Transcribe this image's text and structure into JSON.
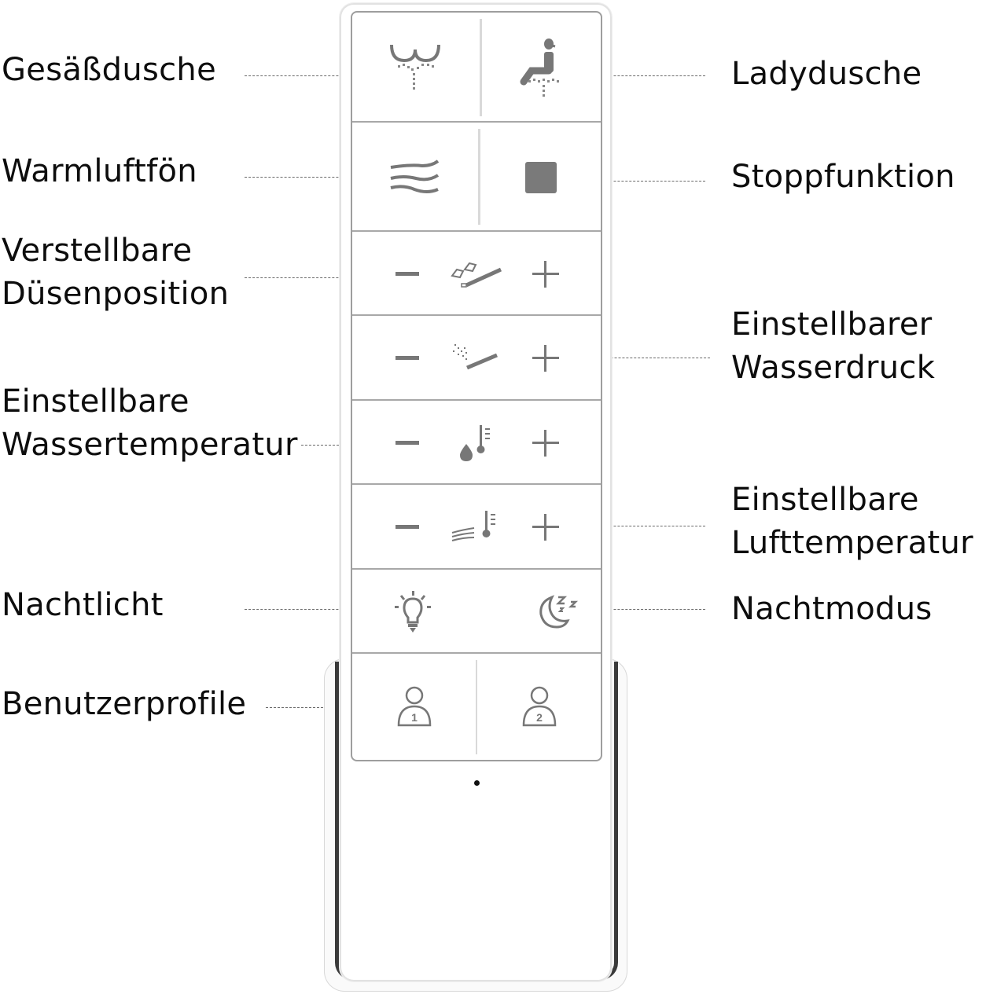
{
  "diagram": {
    "title": "",
    "device": "Dusch-WC Fernbedienung",
    "colors": {
      "icon": "#777777",
      "text": "#0d0d0d",
      "panel_border": "#9e9e9e",
      "leader": "#6a6a6a"
    },
    "labels_left": [
      {
        "id": "gesaessdusche",
        "text": "Gesäßdusche"
      },
      {
        "id": "warmluftfoen",
        "text": "Warmluftfön"
      },
      {
        "id": "duesenposition",
        "line1": "Verstellbare",
        "line2": "Düsenposition"
      },
      {
        "id": "wassertemperatur",
        "line1": "Einstellbare",
        "line2": "Wassertemperatur"
      },
      {
        "id": "nachtlicht",
        "text": "Nachtlicht"
      },
      {
        "id": "benutzerprofile",
        "text": "Benutzerprofile"
      }
    ],
    "labels_right": [
      {
        "id": "ladydusche",
        "text": "Ladydusche"
      },
      {
        "id": "stoppfunktion",
        "text": "Stoppfunktion"
      },
      {
        "id": "wasserdruck",
        "line1": "Einstellbarer",
        "line2": "Wasserdruck"
      },
      {
        "id": "lufttemperatur",
        "line1": "Einstellbare",
        "line2": "Lufttemperatur"
      },
      {
        "id": "nachtmodus",
        "text": "Nachtmodus"
      }
    ],
    "buttons": {
      "rows": [
        {
          "left": "rear-wash-icon",
          "right": "lady-wash-icon"
        },
        {
          "left": "warm-air-dryer-icon",
          "right": "stop-icon"
        },
        {
          "minus": "−",
          "icon": "nozzle-position-icon",
          "plus": "+"
        },
        {
          "minus": "−",
          "icon": "water-pressure-icon",
          "plus": "+"
        },
        {
          "minus": "−",
          "icon": "water-temperature-icon",
          "plus": "+"
        },
        {
          "minus": "−",
          "icon": "air-temperature-icon",
          "plus": "+"
        },
        {
          "left": "night-light-icon",
          "right": "night-mode-icon"
        },
        {
          "left": "user-profile-1-icon",
          "right": "user-profile-2-icon"
        }
      ],
      "profile_numbers": [
        "1",
        "2"
      ]
    }
  }
}
